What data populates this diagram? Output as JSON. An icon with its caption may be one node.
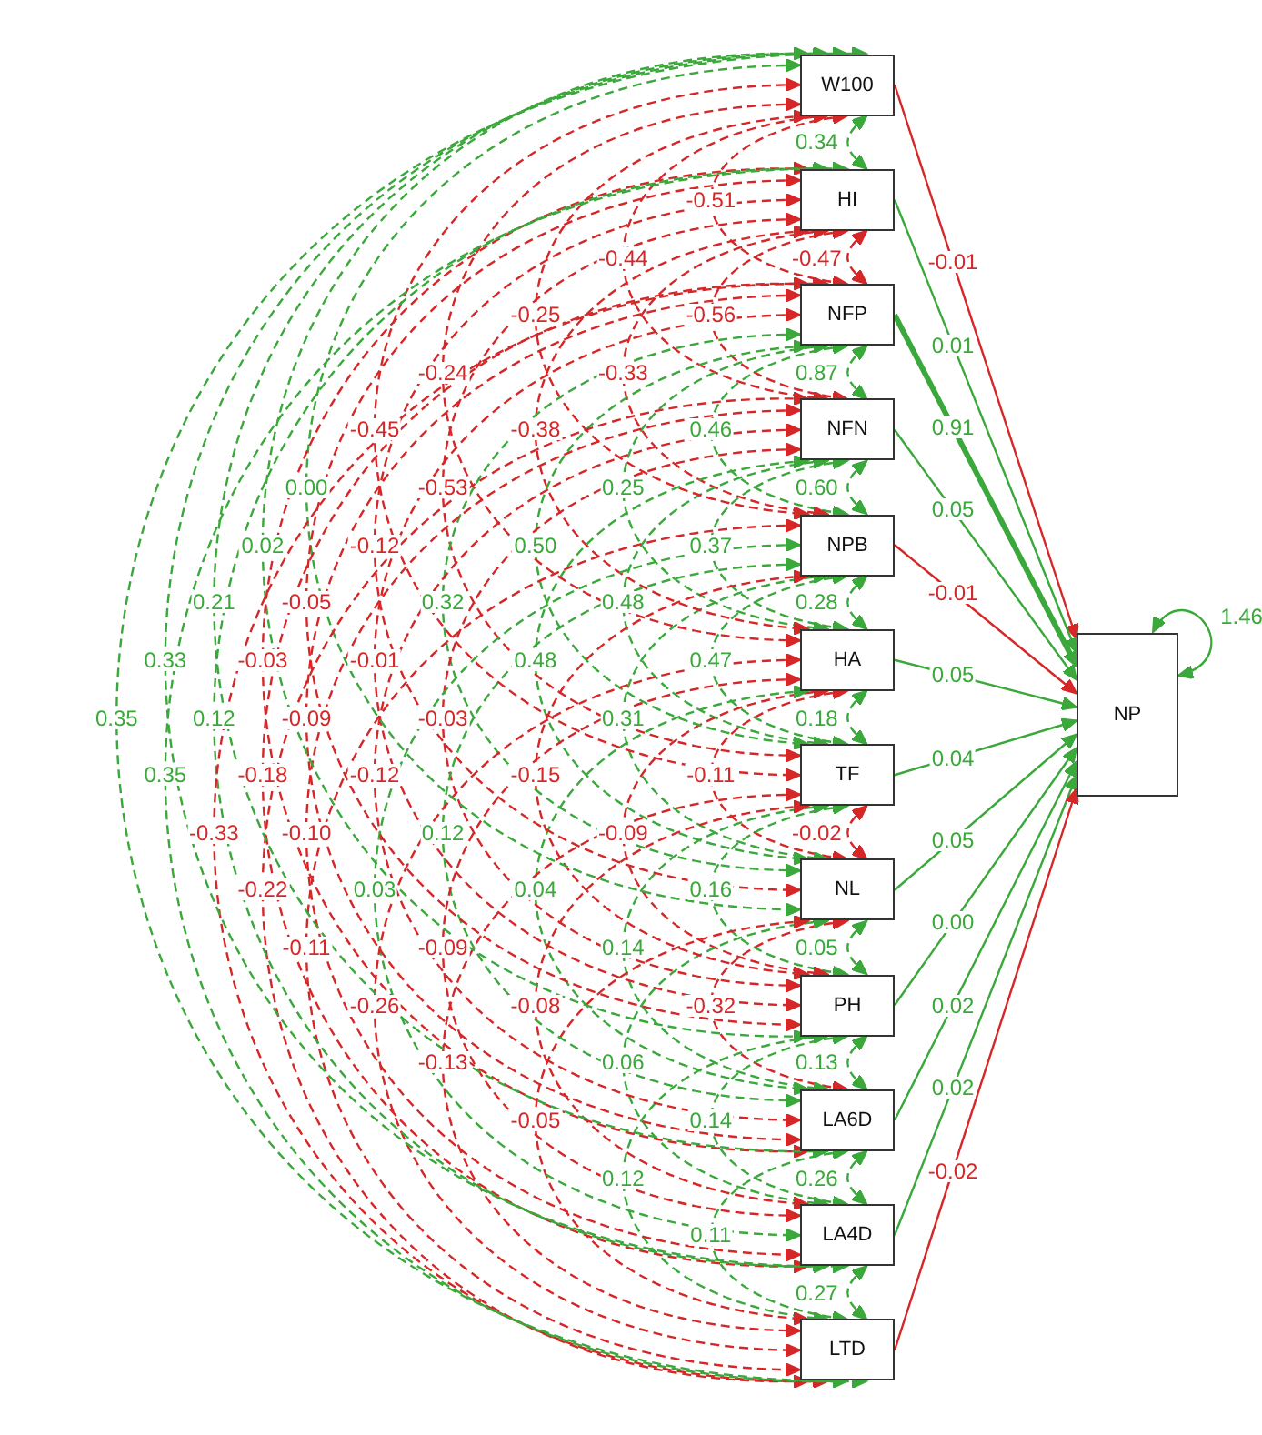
{
  "diagram": {
    "nodes": [
      {
        "text": [
          "W100"
        ]
      },
      {
        "text": [
          "HI"
        ]
      },
      {
        "text": [
          "NFP"
        ]
      },
      {
        "text": [
          "NFN"
        ]
      },
      {
        "text": [
          "NPB"
        ]
      },
      {
        "text": [
          "HA"
        ]
      },
      {
        "text": [
          "TF"
        ]
      },
      {
        "text": [
          "NL"
        ]
      },
      {
        "text": [
          "PH"
        ]
      },
      {
        "text": [
          "LA6D"
        ]
      },
      {
        "text": [
          "LA4D"
        ]
      },
      {
        "text": [
          "LTD"
        ]
      },
      {
        "text": [
          "NP"
        ]
      }
    ],
    "edges": [
      {
        "from": 0,
        "to": 12,
        "arrow": "to",
        "label": "-0.01",
        "color": "#d62728"
      },
      {
        "from": 1,
        "to": 12,
        "arrow": "to",
        "label": "0.01"
      },
      {
        "from": 2,
        "to": 12,
        "arrow": "to",
        "label": "0.91",
        "style": "thick"
      },
      {
        "from": 3,
        "to": 12,
        "arrow": "to",
        "label": "0.05"
      },
      {
        "from": 4,
        "to": 12,
        "arrow": "to",
        "label": "-0.01",
        "color": "#d62728"
      },
      {
        "from": 5,
        "to": 12,
        "arrow": "to",
        "label": "0.05"
      },
      {
        "from": 6,
        "to": 12,
        "arrow": "to",
        "label": "0.04"
      },
      {
        "from": 7,
        "to": 12,
        "arrow": "to",
        "label": "0.05"
      },
      {
        "from": 8,
        "to": 12,
        "arrow": "to",
        "label": "0.00"
      },
      {
        "from": 9,
        "to": 12,
        "arrow": "to",
        "label": "0.02"
      },
      {
        "from": 10,
        "to": 12,
        "arrow": "to",
        "label": "0.02"
      },
      {
        "from": 11,
        "to": 12,
        "arrow": "to",
        "label": "-0.02",
        "color": "#d62728"
      },
      {
        "from": 12,
        "to": 12,
        "arrow": "both",
        "label": "1.46"
      },
      {
        "from": 0,
        "to": 1,
        "arrow": "both",
        "style": "dashed",
        "label": "0.34"
      },
      {
        "from": 1,
        "to": 2,
        "arrow": "both",
        "style": "dashed",
        "label": "-0.47",
        "color": "#d62728"
      },
      {
        "from": 2,
        "to": 3,
        "arrow": "both",
        "style": "dashed",
        "label": "0.87"
      },
      {
        "from": 3,
        "to": 4,
        "arrow": "both",
        "style": "dashed",
        "label": "0.60"
      },
      {
        "from": 4,
        "to": 5,
        "arrow": "both",
        "style": "dashed",
        "label": "0.28"
      },
      {
        "from": 5,
        "to": 6,
        "arrow": "both",
        "style": "dashed",
        "label": "0.18"
      },
      {
        "from": 6,
        "to": 7,
        "arrow": "both",
        "style": "dashed",
        "label": "-0.02",
        "color": "#d62728"
      },
      {
        "from": 7,
        "to": 8,
        "arrow": "both",
        "style": "dashed",
        "label": "0.05"
      },
      {
        "from": 8,
        "to": 9,
        "arrow": "both",
        "style": "dashed",
        "label": "0.13"
      },
      {
        "from": 9,
        "to": 10,
        "arrow": "both",
        "style": "dashed",
        "label": "0.26"
      },
      {
        "from": 10,
        "to": 11,
        "arrow": "both",
        "style": "dashed",
        "label": "0.27"
      },
      {
        "from": 0,
        "to": 2,
        "arrow": "both",
        "style": "dashed",
        "label": "-0.51",
        "color": "#d62728"
      },
      {
        "from": 1,
        "to": 3,
        "arrow": "both",
        "style": "dashed",
        "label": "-0.56",
        "color": "#d62728"
      },
      {
        "from": 2,
        "to": 4,
        "arrow": "both",
        "style": "dashed",
        "label": "0.46"
      },
      {
        "from": 3,
        "to": 5,
        "arrow": "both",
        "style": "dashed",
        "label": "0.37"
      },
      {
        "from": 4,
        "to": 6,
        "arrow": "both",
        "style": "dashed",
        "label": "0.47"
      },
      {
        "from": 5,
        "to": 7,
        "arrow": "both",
        "style": "dashed",
        "label": "-0.11",
        "color": "#d62728"
      },
      {
        "from": 6,
        "to": 8,
        "arrow": "both",
        "style": "dashed",
        "label": "0.16"
      },
      {
        "from": 7,
        "to": 9,
        "arrow": "both",
        "style": "dashed",
        "label": "-0.32",
        "color": "#d62728"
      },
      {
        "from": 8,
        "to": 10,
        "arrow": "both",
        "style": "dashed",
        "label": "0.14"
      },
      {
        "from": 9,
        "to": 11,
        "arrow": "both",
        "style": "dashed",
        "label": "0.11"
      },
      {
        "from": 0,
        "to": 3,
        "arrow": "both",
        "style": "dashed",
        "label": "-0.44",
        "color": "#d62728"
      },
      {
        "from": 1,
        "to": 4,
        "arrow": "both",
        "style": "dashed",
        "label": "-0.33",
        "color": "#d62728"
      },
      {
        "from": 2,
        "to": 5,
        "arrow": "both",
        "style": "dashed",
        "label": "0.25"
      },
      {
        "from": 3,
        "to": 6,
        "arrow": "both",
        "style": "dashed",
        "label": "0.48"
      },
      {
        "from": 4,
        "to": 7,
        "arrow": "both",
        "style": "dashed",
        "label": "0.31"
      },
      {
        "from": 5,
        "to": 8,
        "arrow": "both",
        "style": "dashed",
        "label": "-0.09",
        "color": "#d62728"
      },
      {
        "from": 6,
        "to": 9,
        "arrow": "both",
        "style": "dashed",
        "label": "0.14"
      },
      {
        "from": 7,
        "to": 10,
        "arrow": "both",
        "style": "dashed",
        "label": "0.06"
      },
      {
        "from": 8,
        "to": 11,
        "arrow": "both",
        "style": "dashed",
        "label": "0.12"
      },
      {
        "from": 0,
        "to": 4,
        "arrow": "both",
        "style": "dashed",
        "label": "-0.25",
        "color": "#d62728"
      },
      {
        "from": 1,
        "to": 5,
        "arrow": "both",
        "style": "dashed",
        "label": "-0.38",
        "color": "#d62728"
      },
      {
        "from": 2,
        "to": 6,
        "arrow": "both",
        "style": "dashed",
        "label": "0.50"
      },
      {
        "from": 3,
        "to": 7,
        "arrow": "both",
        "style": "dashed",
        "label": "0.48"
      },
      {
        "from": 4,
        "to": 8,
        "arrow": "both",
        "style": "dashed",
        "label": "-0.15",
        "color": "#d62728"
      },
      {
        "from": 5,
        "to": 9,
        "arrow": "both",
        "style": "dashed",
        "label": "0.04"
      },
      {
        "from": 6,
        "to": 10,
        "arrow": "both",
        "style": "dashed",
        "label": "-0.08",
        "color": "#d62728"
      },
      {
        "from": 7,
        "to": 11,
        "arrow": "both",
        "style": "dashed",
        "label": "-0.05",
        "color": "#d62728"
      },
      {
        "from": 0,
        "to": 5,
        "arrow": "both",
        "style": "dashed",
        "label": "-0.24",
        "color": "#d62728"
      },
      {
        "from": 1,
        "to": 6,
        "arrow": "both",
        "style": "dashed",
        "label": "-0.53",
        "color": "#d62728"
      },
      {
        "from": 2,
        "to": 7,
        "arrow": "both",
        "style": "dashed",
        "label": "0.32"
      },
      {
        "from": 3,
        "to": 8,
        "arrow": "both",
        "style": "dashed",
        "label": "-0.03",
        "color": "#d62728"
      },
      {
        "from": 4,
        "to": 9,
        "arrow": "both",
        "style": "dashed",
        "label": "0.12"
      },
      {
        "from": 5,
        "to": 10,
        "arrow": "both",
        "style": "dashed",
        "label": "-0.09",
        "color": "#d62728"
      },
      {
        "from": 6,
        "to": 11,
        "arrow": "both",
        "style": "dashed",
        "label": "-0.13",
        "color": "#d62728"
      },
      {
        "from": 0,
        "to": 6,
        "arrow": "both",
        "style": "dashed",
        "label": "-0.45",
        "color": "#d62728"
      },
      {
        "from": 1,
        "to": 7,
        "arrow": "both",
        "style": "dashed",
        "label": "-0.12",
        "color": "#d62728"
      },
      {
        "from": 2,
        "to": 8,
        "arrow": "both",
        "style": "dashed",
        "label": "-0.01",
        "color": "#d62728"
      },
      {
        "from": 3,
        "to": 9,
        "arrow": "both",
        "style": "dashed",
        "label": "-0.12",
        "color": "#d62728"
      },
      {
        "from": 4,
        "to": 10,
        "arrow": "both",
        "style": "dashed",
        "label": "0.03"
      },
      {
        "from": 5,
        "to": 11,
        "arrow": "both",
        "style": "dashed",
        "label": "-0.26",
        "color": "#d62728"
      },
      {
        "from": 0,
        "to": 7,
        "arrow": "both",
        "style": "dashed",
        "label": "0.00"
      },
      {
        "from": 1,
        "to": 8,
        "arrow": "both",
        "style": "dashed",
        "label": "-0.05",
        "color": "#d62728"
      },
      {
        "from": 2,
        "to": 9,
        "arrow": "both",
        "style": "dashed",
        "label": "-0.09",
        "color": "#d62728"
      },
      {
        "from": 3,
        "to": 10,
        "arrow": "both",
        "style": "dashed",
        "label": "-0.10",
        "color": "#d62728"
      },
      {
        "from": 4,
        "to": 11,
        "arrow": "both",
        "style": "dashed",
        "label": "-0.11",
        "color": "#d62728"
      },
      {
        "from": 0,
        "to": 8,
        "arrow": "both",
        "style": "dashed",
        "label": "0.02"
      },
      {
        "from": 1,
        "to": 9,
        "arrow": "both",
        "style": "dashed",
        "label": "-0.03",
        "color": "#d62728"
      },
      {
        "from": 2,
        "to": 10,
        "arrow": "both",
        "style": "dashed",
        "label": "-0.18",
        "color": "#d62728"
      },
      {
        "from": 3,
        "to": 11,
        "arrow": "both",
        "style": "dashed",
        "label": "-0.22",
        "color": "#d62728"
      },
      {
        "from": 0,
        "to": 9,
        "arrow": "both",
        "style": "dashed",
        "label": "0.21"
      },
      {
        "from": 1,
        "to": 10,
        "arrow": "both",
        "style": "dashed",
        "label": "0.12"
      },
      {
        "from": 2,
        "to": 11,
        "arrow": "both",
        "style": "dashed",
        "label": "-0.33",
        "color": "#d62728"
      },
      {
        "from": 0,
        "to": 10,
        "arrow": "both",
        "style": "dashed",
        "label": "0.33"
      },
      {
        "from": 1,
        "to": 11,
        "arrow": "both",
        "style": "dashed",
        "label": "0.35"
      },
      {
        "from": 0,
        "to": 11,
        "arrow": "both",
        "style": "dashed",
        "label": "0.35"
      }
    ]
  }
}
